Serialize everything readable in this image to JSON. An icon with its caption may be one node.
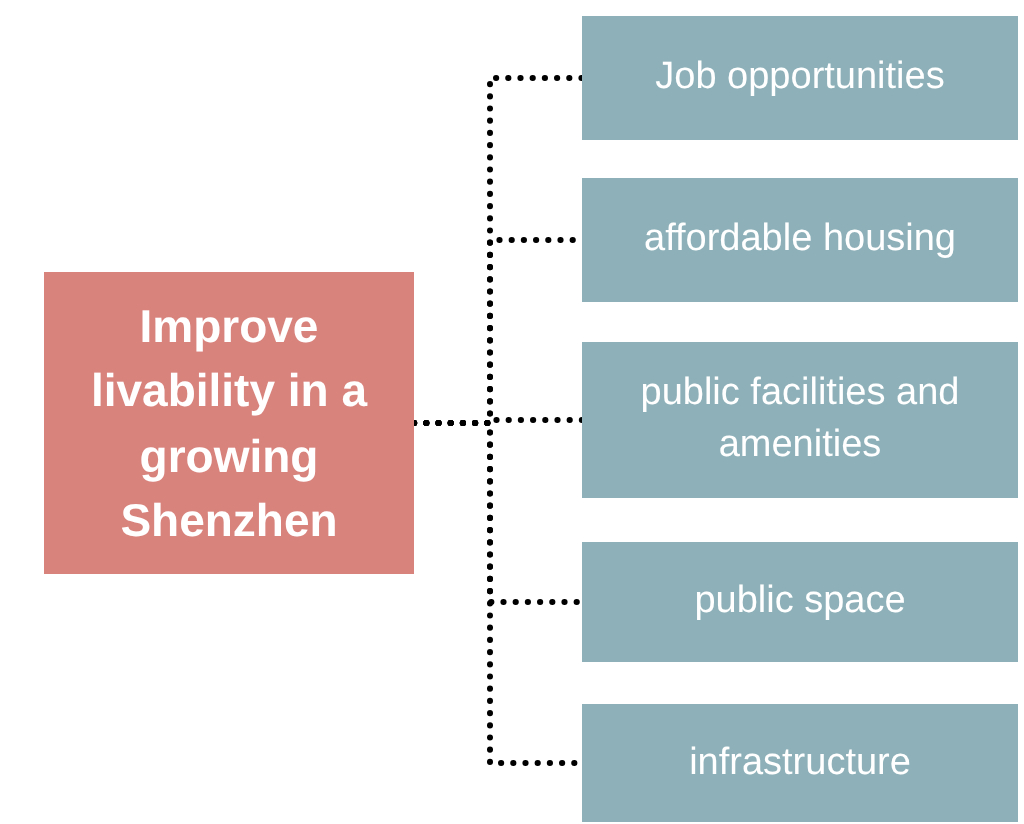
{
  "diagram": {
    "nodes": [
      {
        "text": [
          "Improve livability in a growing Shenzhen"
        ]
      },
      {
        "text": [
          "Job opportunities"
        ]
      },
      {
        "text": [
          "affordable housing"
        ]
      },
      {
        "text": [
          "public facilities and amenities"
        ]
      },
      {
        "text": [
          "public space"
        ]
      },
      {
        "text": [
          "infrastructure"
        ]
      }
    ],
    "edges": [
      {
        "from": 0,
        "to": 1,
        "arrow": "none",
        "style": "dashed"
      },
      {
        "from": 0,
        "to": 2,
        "arrow": "none",
        "style": "dashed"
      },
      {
        "from": 0,
        "to": 3,
        "arrow": "none",
        "style": "dashed"
      },
      {
        "from": 0,
        "to": 4,
        "arrow": "none",
        "style": "dashed"
      },
      {
        "from": 0,
        "to": 5,
        "arrow": "none",
        "style": "dashed"
      }
    ]
  }
}
